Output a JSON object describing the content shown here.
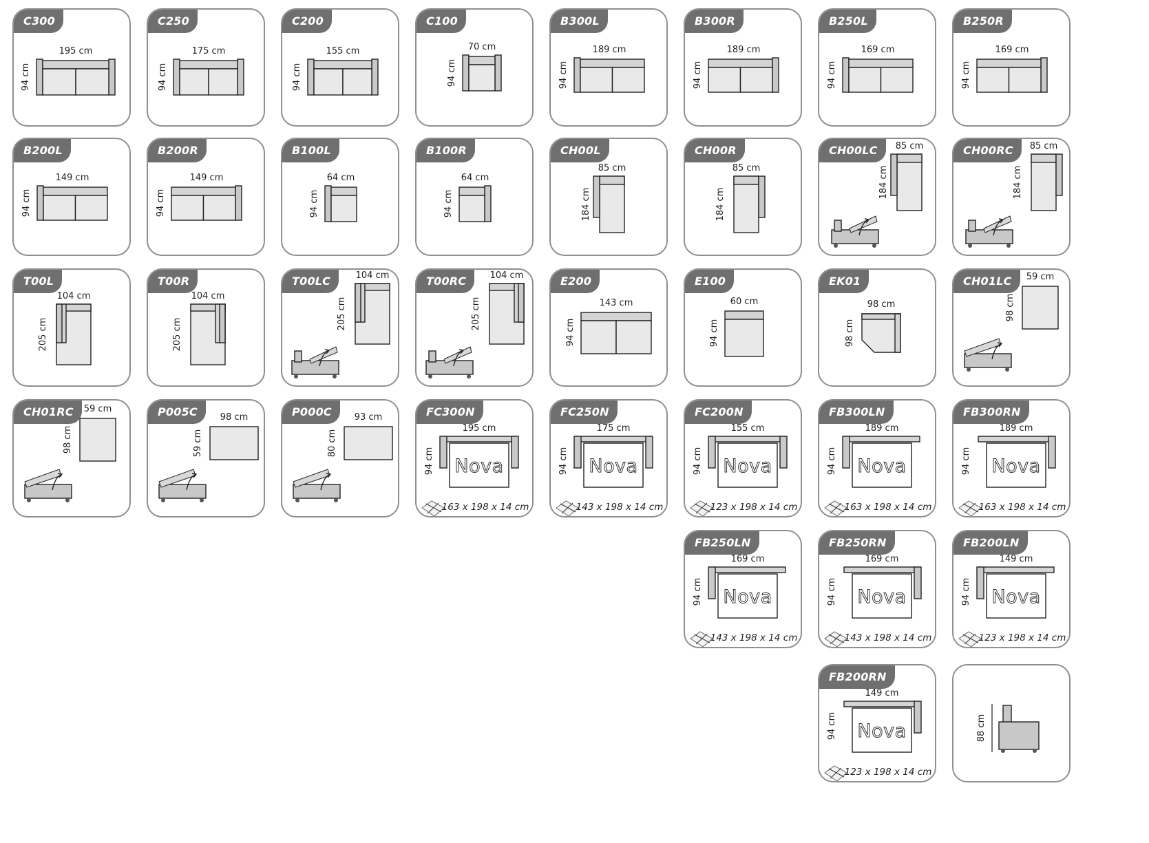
{
  "modules": [
    {
      "code": "C300",
      "width": "195 cm",
      "depth": "94 cm",
      "shape": "sofa3"
    },
    {
      "code": "C250",
      "width": "175 cm",
      "depth": "94 cm",
      "shape": "sofa2"
    },
    {
      "code": "C200",
      "width": "155 cm",
      "depth": "94 cm",
      "shape": "sofa2"
    },
    {
      "code": "C100",
      "width": "70 cm",
      "depth": "94 cm",
      "shape": "armchair"
    },
    {
      "code": "B300L",
      "width": "189 cm",
      "depth": "94 cm",
      "shape": "sofaL"
    },
    {
      "code": "B300R",
      "width": "189 cm",
      "depth": "94 cm",
      "shape": "sofaR"
    },
    {
      "code": "B250L",
      "width": "169 cm",
      "depth": "94 cm",
      "shape": "sofaL"
    },
    {
      "code": "B250R",
      "width": "169 cm",
      "depth": "94 cm",
      "shape": "sofaR"
    },
    {
      "code": "B200L",
      "width": "149 cm",
      "depth": "94 cm",
      "shape": "sofaL"
    },
    {
      "code": "B200R",
      "width": "149 cm",
      "depth": "94 cm",
      "shape": "sofaR"
    },
    {
      "code": "B100L",
      "width": "64 cm",
      "depth": "94 cm",
      "shape": "seatL"
    },
    {
      "code": "B100R",
      "width": "64 cm",
      "depth": "94 cm",
      "shape": "seatR"
    },
    {
      "code": "CH00L",
      "width": "85 cm",
      "depth": "184 cm",
      "shape": "chaiseL"
    },
    {
      "code": "CH00R",
      "width": "85 cm",
      "depth": "184 cm",
      "shape": "chaiseR"
    },
    {
      "code": "CH00LC",
      "width": "85 cm",
      "depth": "184 cm",
      "shape": "chaiseLC"
    },
    {
      "code": "CH00RC",
      "width": "85 cm",
      "depth": "184 cm",
      "shape": "chaiseRC"
    },
    {
      "code": "T00L",
      "width": "104 cm",
      "depth": "205 cm",
      "shape": "cornerL"
    },
    {
      "code": "T00R",
      "width": "104 cm",
      "depth": "205 cm",
      "shape": "cornerR"
    },
    {
      "code": "T00LC",
      "width": "104 cm",
      "depth": "205 cm",
      "shape": "cornerLC"
    },
    {
      "code": "T00RC",
      "width": "104 cm",
      "depth": "205 cm",
      "shape": "cornerRC"
    },
    {
      "code": "E200",
      "width": "143 cm",
      "depth": "94 cm",
      "shape": "seat2"
    },
    {
      "code": "E100",
      "width": "60 cm",
      "depth": "94 cm",
      "shape": "seat1"
    },
    {
      "code": "EK01",
      "width": "98 cm",
      "depth": "98 cm",
      "shape": "ek"
    },
    {
      "code": "CH01LC",
      "width": "59 cm",
      "depth": "98 cm",
      "shape": "pouf1"
    },
    {
      "code": "CH01RC",
      "width": "59 cm",
      "depth": "98 cm",
      "shape": "pouf2"
    },
    {
      "code": "P005C",
      "width": "98 cm",
      "depth": "59 cm",
      "shape": "pouf3"
    },
    {
      "code": "P000C",
      "width": "93 cm",
      "depth": "80 cm",
      "shape": "pouf3"
    },
    {
      "code": "FC300N",
      "width": "195 cm",
      "depth": "94 cm",
      "shape": "bedC",
      "bed": "163 x 198 x 14 cm",
      "brand": "Nova"
    },
    {
      "code": "FC250N",
      "width": "175 cm",
      "depth": "94 cm",
      "shape": "bedC",
      "bed": "143 x 198 x 14 cm",
      "brand": "Nova"
    },
    {
      "code": "FC200N",
      "width": "155 cm",
      "depth": "94 cm",
      "shape": "bedC",
      "bed": "123 x 198 x 14 cm",
      "brand": "Nova"
    },
    {
      "code": "FB300LN",
      "width": "189 cm",
      "depth": "94 cm",
      "shape": "bedL",
      "bed": "163 x 198 x 14 cm",
      "brand": "Nova"
    },
    {
      "code": "FB300RN",
      "width": "189 cm",
      "depth": "94 cm",
      "shape": "bedR",
      "bed": "163 x 198 x 14 cm",
      "brand": "Nova"
    },
    {
      "code": "FB250LN",
      "width": "169 cm",
      "depth": "94 cm",
      "shape": "bedL",
      "bed": "143 x 198 x 14 cm",
      "brand": "Nova"
    },
    {
      "code": "FB250RN",
      "width": "169 cm",
      "depth": "94 cm",
      "shape": "bedR",
      "bed": "143 x 198 x 14 cm",
      "brand": "Nova"
    },
    {
      "code": "FB200LN",
      "width": "149 cm",
      "depth": "94 cm",
      "shape": "bedL",
      "bed": "123 x 198 x 14 cm",
      "brand": "Nova"
    },
    {
      "code": "FB200RN",
      "width": "149 cm",
      "depth": "94 cm",
      "shape": "bedR",
      "bed": "123 x 198 x 14 cm",
      "brand": "Nova"
    },
    {
      "code": "",
      "width": "",
      "depth": "88 cm",
      "shape": "side"
    }
  ]
}
